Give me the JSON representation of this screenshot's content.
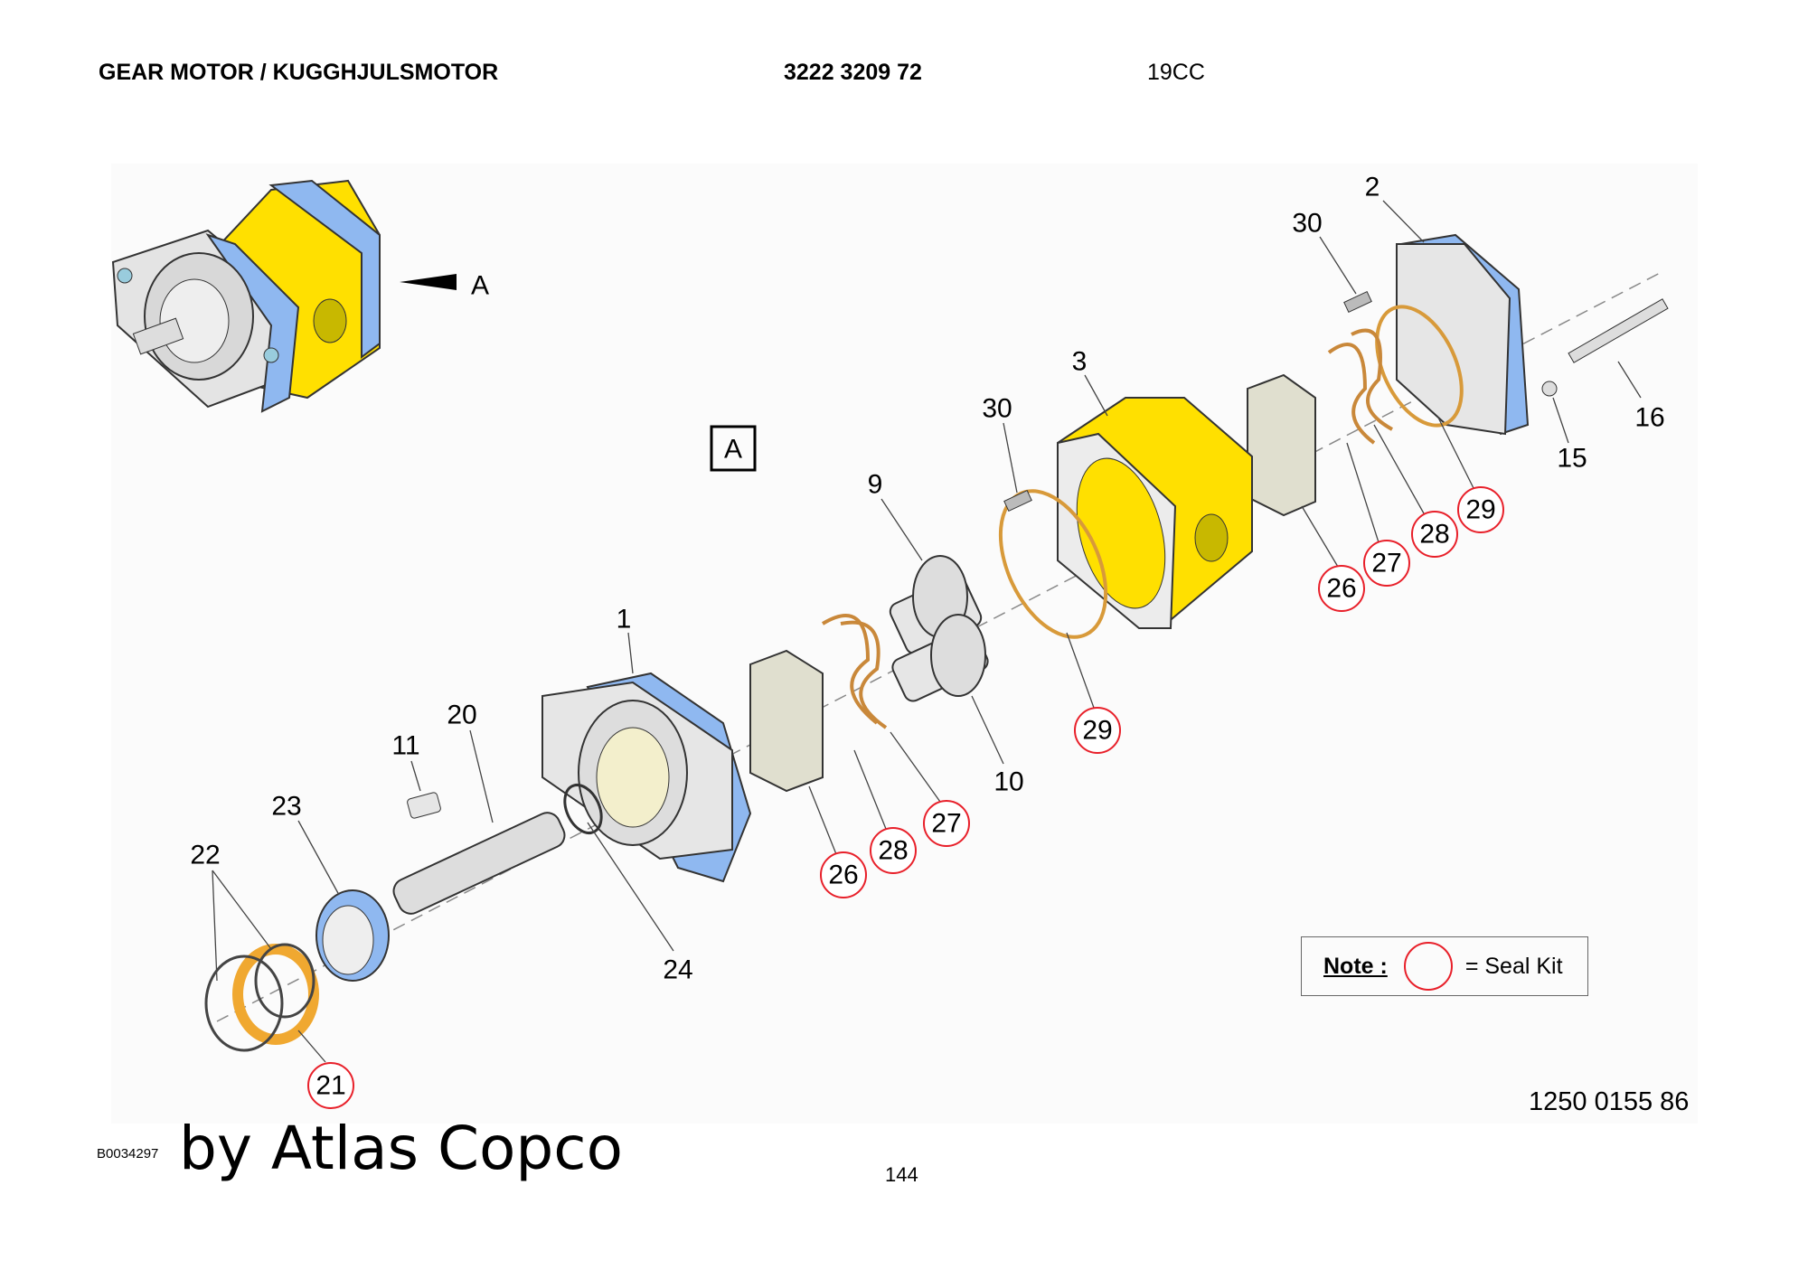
{
  "header": {
    "title": "GEAR MOTOR / KUGGHJULSMOTOR",
    "part_number": "3222 3209 72",
    "variant": "19CC"
  },
  "view_label_small": "A",
  "view_label_boxed": "A",
  "callouts": {
    "c1": "1",
    "c2": "2",
    "c3": "3",
    "c9": "9",
    "c10": "10",
    "c11": "11",
    "c15": "15",
    "c16": "16",
    "c20": "20",
    "c22": "22",
    "c23": "23",
    "c24": "24",
    "c30a": "30",
    "c30b": "30"
  },
  "seal_kit_callouts": {
    "c21": "21",
    "c26a": "26",
    "c27a": "27",
    "c28a": "28",
    "c29a": "29",
    "c26b": "26",
    "c27b": "27",
    "c28b": "28",
    "c29b": "29"
  },
  "note": {
    "label": "Note :",
    "text": "= Seal Kit"
  },
  "footer": {
    "drawing_number": "1250 0155 86",
    "doc_code": "B0034297",
    "brand": "by Atlas Copco",
    "page": "144"
  },
  "colors": {
    "housing": "#ffe000",
    "cover": "#8fb8f0",
    "seal_circle": "#e8202a",
    "seal": "#d89a3a"
  }
}
